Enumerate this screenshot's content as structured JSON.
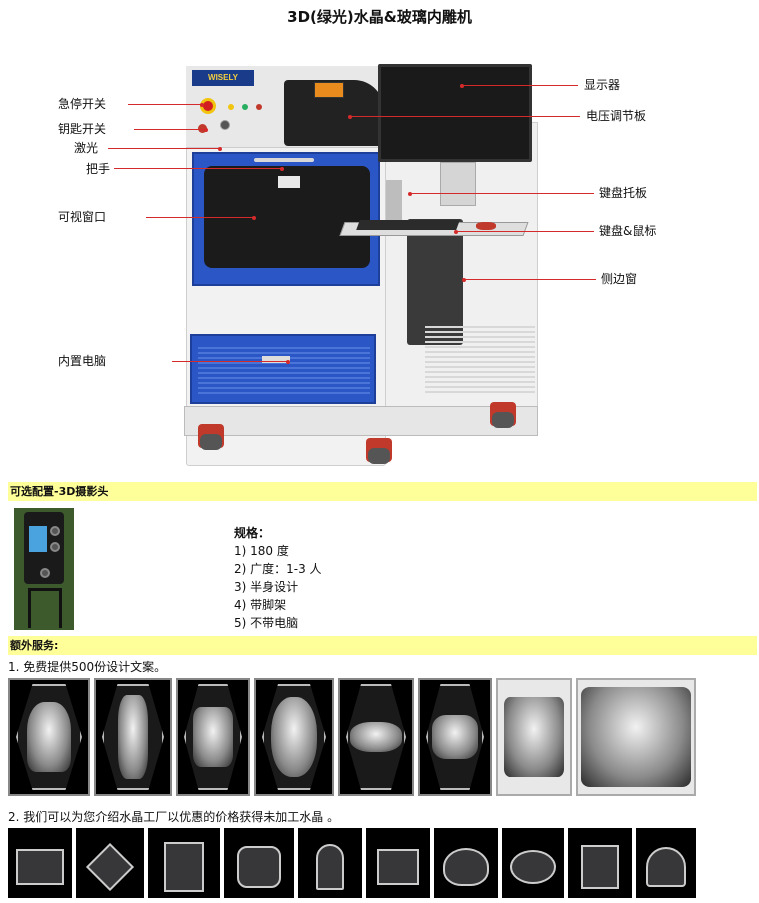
{
  "title": "3D(绿光)水晶&玻璃内雕机",
  "machine": {
    "logo": "WISELY",
    "callouts_left": [
      "急停开关",
      "钥匙开关",
      "激光",
      "把手",
      "可视窗口",
      "内置电脑"
    ],
    "callouts_right": [
      "显示器",
      "电压调节板",
      "键盘托板",
      "键盘&鼠标",
      "侧边窗"
    ]
  },
  "section_camera": {
    "heading": "可选配置-3D摄影头",
    "spec_title": "规格：",
    "spec_items": [
      "1) 180 度",
      "2) 广度：1-3 人",
      "3) 半身设计",
      "4) 带脚架",
      "5) 不带电脑"
    ]
  },
  "section_service": {
    "heading": "额外服务:",
    "note1": "1. 免费提供500份设计文案。",
    "note2": "2. 我们可以为您介绍水晶工厂以优惠的价格获得未加工水晶 。"
  },
  "colors": {
    "accent_blue": "#2a56c6",
    "highlight_bar": "#ffff99",
    "leader_red": "#d62a2a"
  }
}
